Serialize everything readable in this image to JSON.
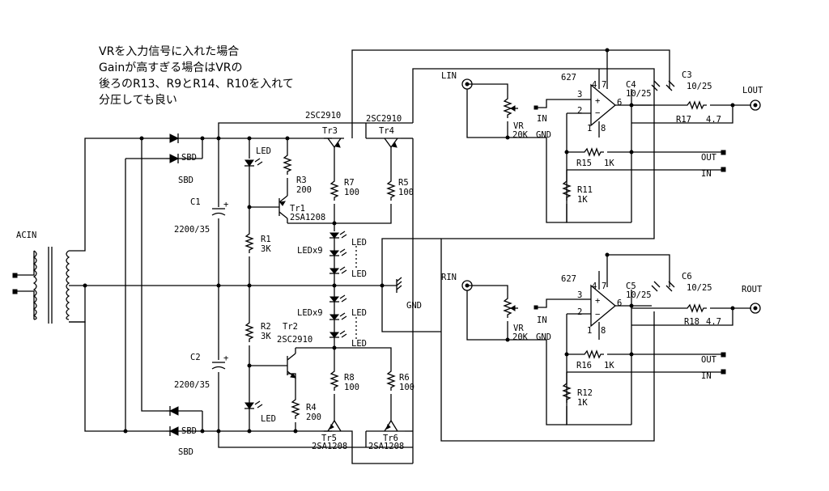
{
  "notes": [
    "VRを入力信号に入れた場合",
    "Gainが高すぎる場合はVRの",
    "後ろのR13、R9とR14、R10を入れて",
    "分圧しても良い"
  ],
  "labels": {
    "acin": "ACIN",
    "sbd1": "SBD",
    "sbd2": "SBD",
    "sbd3": "SBD",
    "sbd4": "SBD",
    "c1": "C1",
    "c1_val": "2200/35",
    "c2": "C2",
    "c2_val": "2200/35",
    "led_top": "LED",
    "led_bot": "LED",
    "r1": "R1",
    "r1_val": "3K",
    "r2": "R2",
    "r2_val": "3K",
    "r3": "R3",
    "r3_val": "200",
    "r4": "R4",
    "r4_val": "200",
    "tr1": "Tr1",
    "tr1_type": "2SA1208",
    "tr2": "Tr2",
    "tr2_type": "2SC2910",
    "tr3": "Tr3",
    "tr3_type": "2SC2910",
    "tr4": "Tr4",
    "tr4_type": "2SC2910",
    "tr5": "Tr5",
    "tr5_type": "2SA1208",
    "tr6": "Tr6",
    "tr6_type": "2SA1208",
    "r7": "R7",
    "r7_val": "100",
    "r5": "R5",
    "r5_val": "100",
    "r8": "R8",
    "r8_val": "100",
    "r6": "R6",
    "r6_val": "100",
    "ledx9_top": "LEDx9",
    "ledx9_bot": "LEDx9",
    "led_a": "LED",
    "led_b": "LED",
    "led_c": "LED",
    "led_d": "LED",
    "gnd_main": "GND",
    "lin": "LIN",
    "rin": "RIN",
    "vr_l": "VR",
    "vr_l_val": "20K",
    "gnd_l": "GND",
    "vr_r": "VR",
    "vr_r_val": "20K",
    "gnd_r": "GND",
    "in_l": "IN",
    "in_r": "IN",
    "op_l": "627",
    "op_r": "627",
    "pin_l_3": "3",
    "pin_l_2": "2",
    "pin_l_4": "4",
    "pin_l_7": "7",
    "pin_l_6": "6",
    "pin_l_1": "1",
    "pin_l_8": "8",
    "pin_r_3": "3",
    "pin_r_2": "2",
    "pin_r_4": "4",
    "pin_r_7": "7",
    "pin_r_6": "6",
    "pin_r_1": "1",
    "pin_r_8": "8",
    "c4": "C4",
    "c4_val": "10/25",
    "c3": "C3",
    "c3_val": "10/25",
    "c5": "C5",
    "c5_val": "10/25",
    "c6": "C6",
    "c6_val": "10/25",
    "r17": "R17",
    "r17_val": "4.7",
    "r18": "R18",
    "r18_val": "4.7",
    "lout": "LOUT",
    "rout": "ROUT",
    "r15": "R15",
    "r15_val": "1K",
    "r16": "R16",
    "r16_val": "1K",
    "r11": "R11",
    "r11_val": "1K",
    "r12": "R12",
    "r12_val": "1K",
    "out_l": "OUT",
    "in_l2": "IN",
    "out_r": "OUT",
    "in_r2": "IN"
  }
}
